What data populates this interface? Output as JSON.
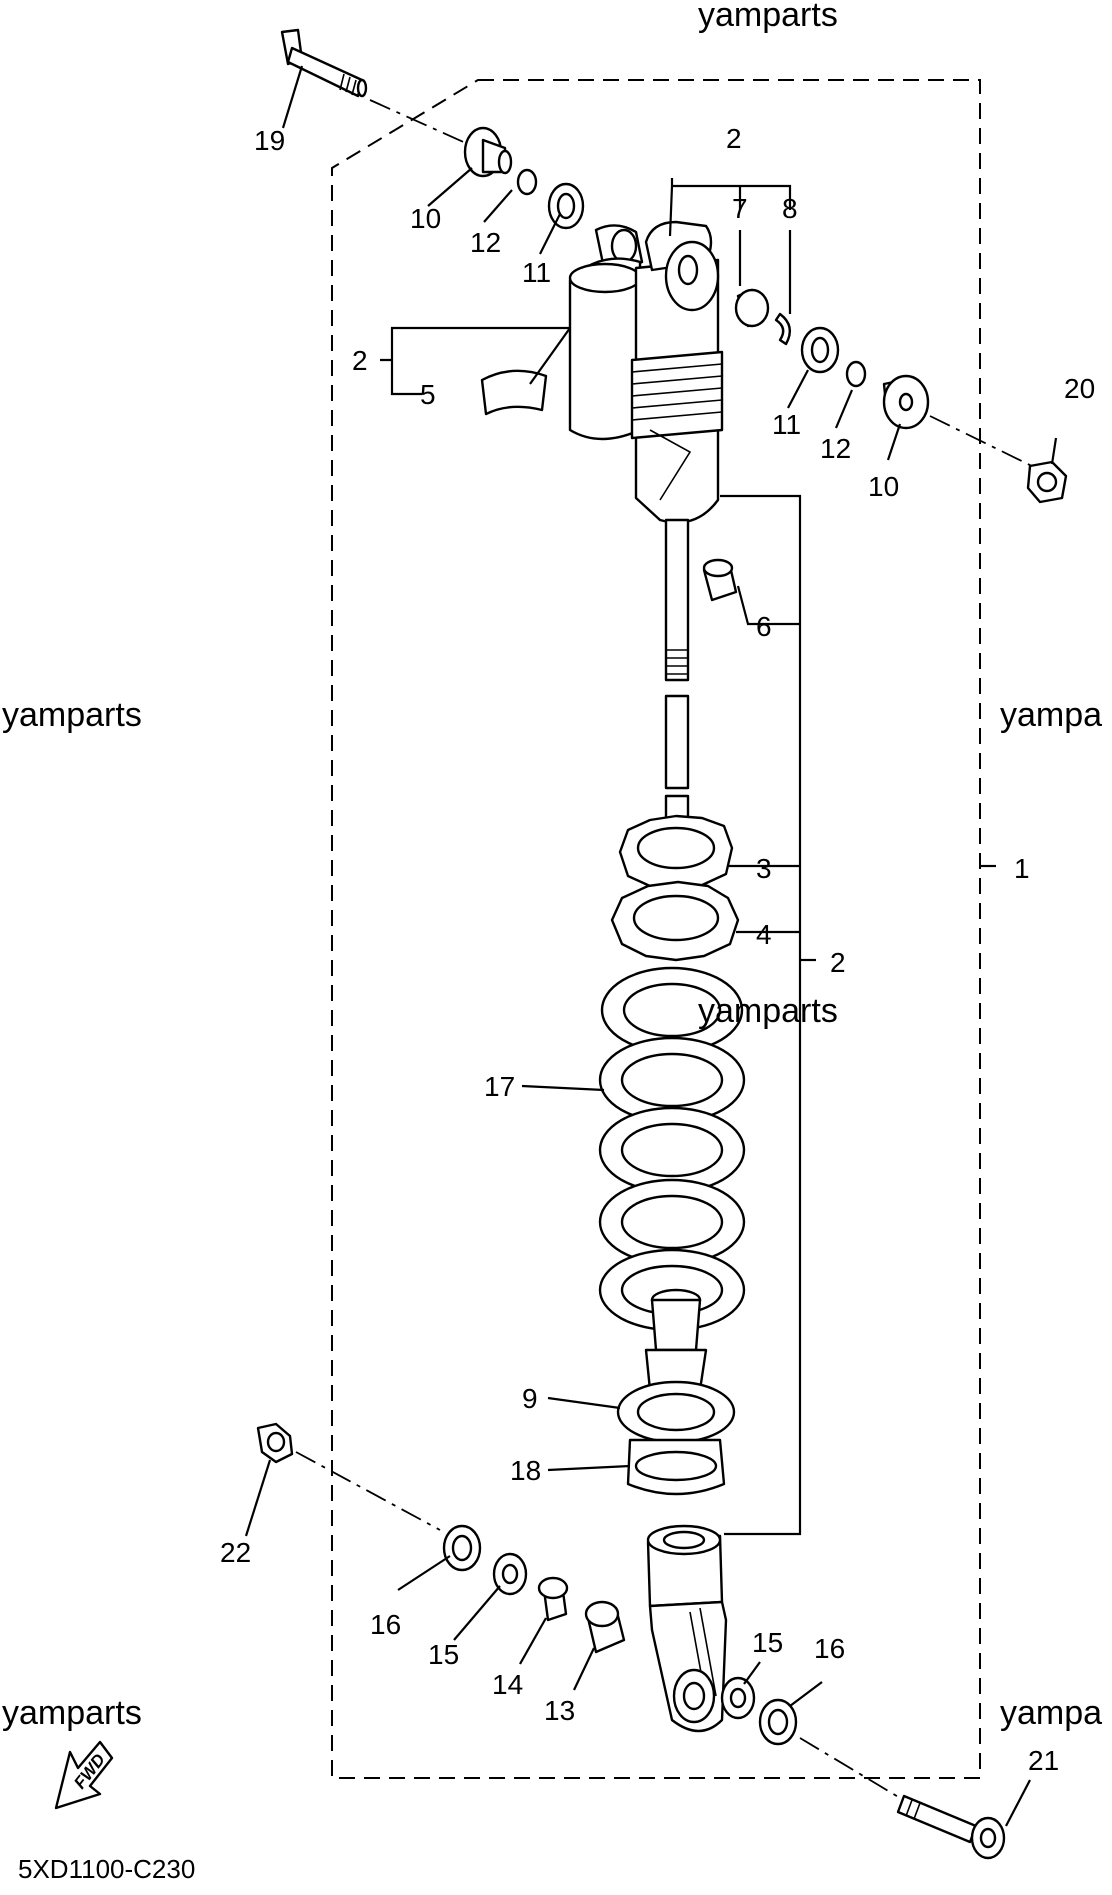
{
  "watermarks": {
    "top": "yamparts",
    "left_mid": "yamparts",
    "right_mid": "yampa",
    "center": "yamparts",
    "left_bottom": "yamparts",
    "right_bottom": "yampa"
  },
  "callouts": {
    "n19": "19",
    "n10a": "10",
    "n12a": "12",
    "n11a": "11",
    "n2_top": "2",
    "n7": "7",
    "n8": "8",
    "n2_left": "2",
    "n5": "5",
    "n11b": "11",
    "n12b": "12",
    "n10b": "10",
    "n20": "20",
    "n6": "6",
    "n3": "3",
    "n4": "4",
    "n1": "1",
    "n2_right": "2",
    "n17": "17",
    "n9": "9",
    "n18": "18",
    "n22": "22",
    "n16a": "16",
    "n15a": "15",
    "n14": "14",
    "n13": "13",
    "n15b": "15",
    "n16b": "16",
    "n21": "21"
  },
  "fwd_label": "FWD",
  "diagram_code": "5XD1100-C230"
}
